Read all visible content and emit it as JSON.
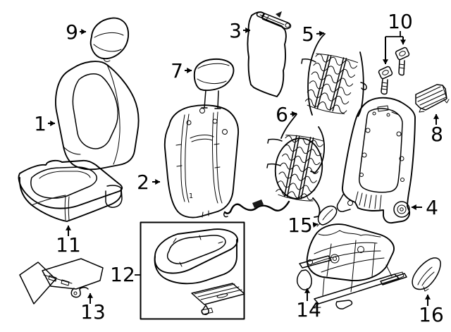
{
  "diagram": {
    "background_color": "#ffffff",
    "line_color": "#000000",
    "callouts": [
      {
        "label": "1"
      },
      {
        "label": "2"
      },
      {
        "label": "3"
      },
      {
        "label": "4"
      },
      {
        "label": "5"
      },
      {
        "label": "6"
      },
      {
        "label": "7"
      },
      {
        "label": "8"
      },
      {
        "label": "9"
      },
      {
        "label": "10"
      },
      {
        "label": "11"
      },
      {
        "label": "12"
      },
      {
        "label": "13"
      },
      {
        "label": "14"
      },
      {
        "label": "15"
      },
      {
        "label": "16"
      }
    ],
    "inline_marks": [
      {
        "label": "1"
      }
    ]
  }
}
